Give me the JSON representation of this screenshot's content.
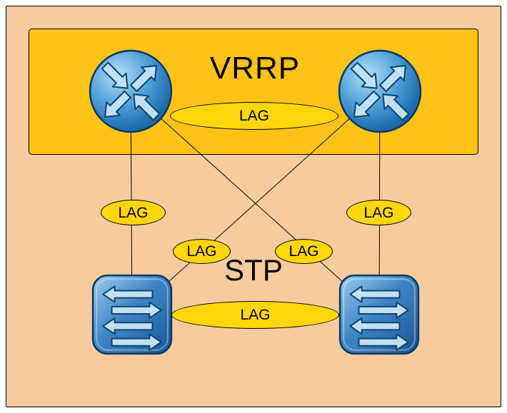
{
  "diagram": {
    "vrrp_label": "VRRP",
    "stp_label": "STP",
    "lag_labels": [
      "LAG",
      "LAG",
      "LAG",
      "LAG",
      "LAG",
      "LAG"
    ],
    "colors": {
      "background": "#f8cb9e",
      "vrrp_box": "#ffc216",
      "lag_fill": "#ffd60a",
      "outline": "#000000",
      "link_line": "#000000"
    },
    "icons": {
      "router": "router-icon",
      "switch": "switch-icon"
    }
  }
}
